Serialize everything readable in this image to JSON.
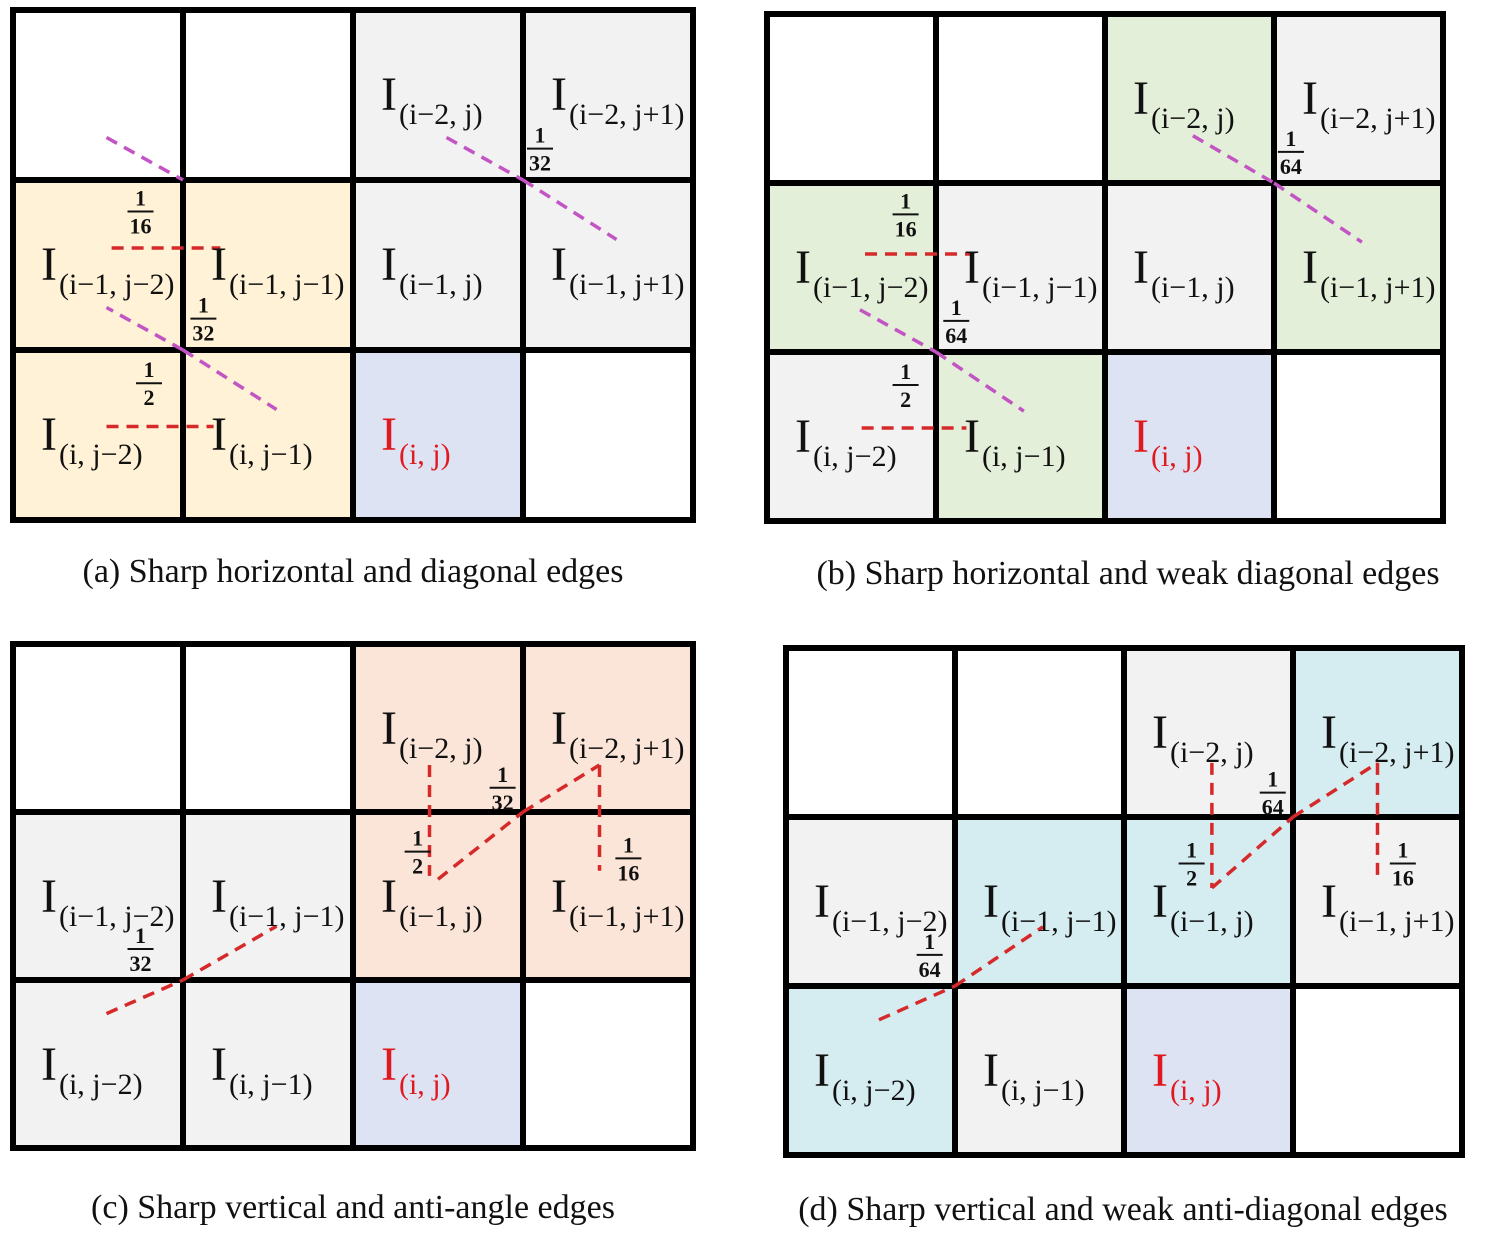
{
  "colors": {
    "white": "#ffffff",
    "gray": "#f2f2f2",
    "yellow": "#fff2d6",
    "green": "#e3efd8",
    "blue_target": "#dde3f3",
    "salmon": "#fbe5d8",
    "cyan": "#d5ecf1",
    "red_line": "#d62a2a",
    "purple_line": "#c354c4",
    "red_text": "#e0191f"
  },
  "labels": {
    "i2j": "(i−2, j)",
    "i2j1": "(i−2, j+1)",
    "i1j2": "(i−1, j−2)",
    "i1j1m": "(i−1, j−1)",
    "i1j": "(i−1, j)",
    "i1j1p": "(i−1, j+1)",
    "ij2": "(i, j−2)",
    "ij1": "(i, j−1)",
    "ij": "(i, j)",
    "I": "I"
  },
  "panels": [
    {
      "id": "a",
      "caption": "(a) Sharp horizontal and diagonal edges",
      "fills": [
        [
          "white",
          "white",
          "gray",
          "gray"
        ],
        [
          "yellow",
          "yellow",
          "gray",
          "gray"
        ],
        [
          "yellow",
          "yellow",
          "blue_target",
          "white"
        ]
      ],
      "fractions": [
        {
          "num": "1",
          "den": "32"
        },
        {
          "num": "1",
          "den": "16"
        },
        {
          "num": "1",
          "den": "32"
        },
        {
          "num": "1",
          "den": "2"
        }
      ]
    },
    {
      "id": "b",
      "caption": "(b) Sharp horizontal and weak diagonal edges",
      "fills": [
        [
          "white",
          "white",
          "green",
          "gray"
        ],
        [
          "green",
          "gray",
          "gray",
          "green"
        ],
        [
          "gray",
          "green",
          "blue_target",
          "white"
        ]
      ],
      "fractions": [
        {
          "num": "1",
          "den": "64"
        },
        {
          "num": "1",
          "den": "16"
        },
        {
          "num": "1",
          "den": "64"
        },
        {
          "num": "1",
          "den": "2"
        }
      ]
    },
    {
      "id": "c",
      "caption": "(c) Sharp vertical and anti-angle edges",
      "fills": [
        [
          "white",
          "white",
          "salmon",
          "salmon"
        ],
        [
          "gray",
          "gray",
          "salmon",
          "salmon"
        ],
        [
          "gray",
          "gray",
          "blue_target",
          "white"
        ]
      ],
      "fractions": [
        {
          "num": "1",
          "den": "32"
        },
        {
          "num": "1",
          "den": "2"
        },
        {
          "num": "1",
          "den": "16"
        },
        {
          "num": "1",
          "den": "32"
        }
      ]
    },
    {
      "id": "d",
      "caption": "(d) Sharp vertical and weak anti-diagonal edges",
      "fills": [
        [
          "white",
          "white",
          "gray",
          "cyan"
        ],
        [
          "gray",
          "cyan",
          "cyan",
          "gray"
        ],
        [
          "cyan",
          "gray",
          "blue_target",
          "white"
        ]
      ],
      "fractions": [
        {
          "num": "1",
          "den": "64"
        },
        {
          "num": "1",
          "den": "2"
        },
        {
          "num": "1",
          "den": "16"
        },
        {
          "num": "1",
          "den": "64"
        }
      ]
    }
  ]
}
